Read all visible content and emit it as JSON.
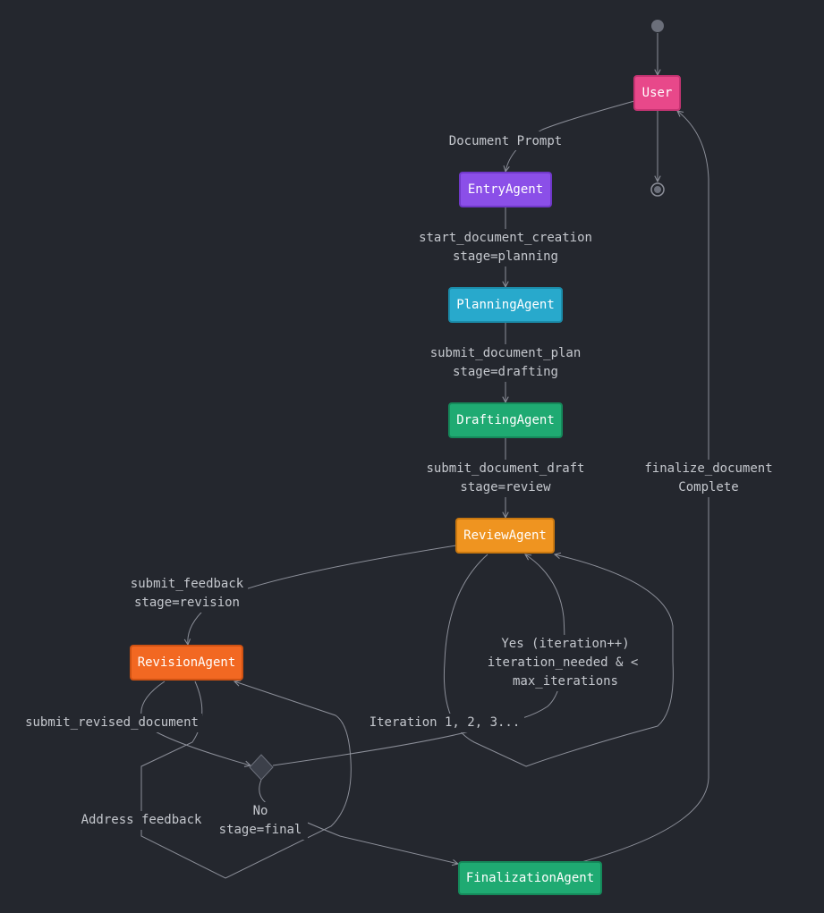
{
  "colors": {
    "background": "#24272e",
    "edge": "#8c8f99",
    "label": "#c5c8ce",
    "user": "#e8488a",
    "entry": "#8b4fe8",
    "planning": "#28a9cc",
    "drafting": "#1faa72",
    "review": "#ef9420",
    "revision": "#f26822",
    "finalization": "#1faa72",
    "decision": "#3c404a"
  },
  "nodes": {
    "user": "User",
    "entry": "EntryAgent",
    "planning": "PlanningAgent",
    "drafting": "DraftingAgent",
    "review": "ReviewAgent",
    "revision": "RevisionAgent",
    "finalization": "FinalizationAgent"
  },
  "edges": {
    "user_to_entry": "Document Prompt",
    "entry_to_planning": [
      "start_document_creation",
      "stage=planning"
    ],
    "planning_to_drafting": [
      "submit_document_plan",
      "stage=drafting"
    ],
    "drafting_to_review": [
      "submit_document_draft",
      "stage=review"
    ],
    "review_to_revision": [
      "submit_feedback",
      "stage=revision"
    ],
    "revision_to_decision": "submit_revised_document",
    "decision_yes": [
      "Yes (iteration++)",
      "iteration_needed & <",
      "max_iterations"
    ],
    "decision_no": [
      "No",
      "stage=final"
    ],
    "iteration_loop": "Iteration 1, 2, 3...",
    "address_feedback": "Address feedback",
    "finalization_to_user": [
      "finalize_document",
      "Complete"
    ]
  }
}
